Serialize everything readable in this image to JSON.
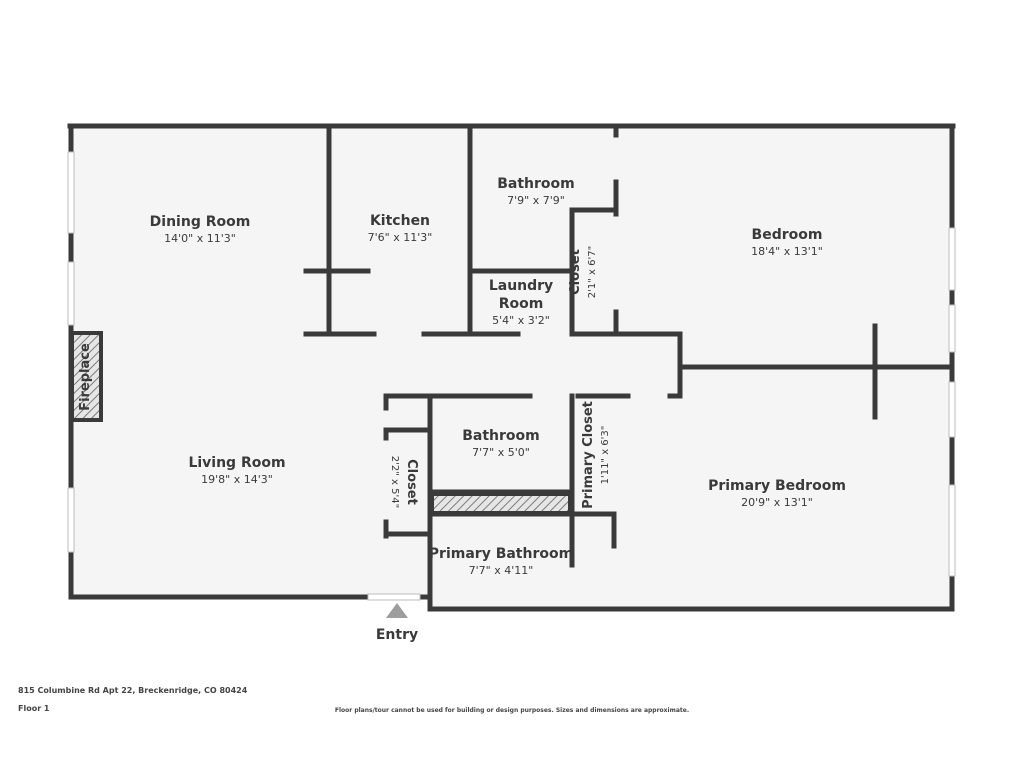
{
  "rooms": {
    "dining_room": {
      "name": "Dining Room",
      "dim": "14'0\" x 11'3\""
    },
    "kitchen": {
      "name": "Kitchen",
      "dim": "7'6\" x 11'3\""
    },
    "bathroom_upper": {
      "name": "Bathroom",
      "dim": "7'9\" x 7'9\""
    },
    "bedroom": {
      "name": "Bedroom",
      "dim": "18'4\" x 13'1\""
    },
    "laundry_room": {
      "name": "Laundry Room",
      "name_line1": "Laundry",
      "name_line2": "Room",
      "dim": "5'4\" x 3'2\""
    },
    "closet_upper": {
      "name": "Closet",
      "dim": "2'1\" x 6'7\""
    },
    "fireplace": {
      "name": "Fireplace"
    },
    "living_room": {
      "name": "Living Room",
      "dim": "19'8\" x 14'3\""
    },
    "closet_lower": {
      "name": "Closet",
      "dim": "2'2\" x 5'4\""
    },
    "bathroom_lower": {
      "name": "Bathroom",
      "dim": "7'7\" x 5'0\""
    },
    "primary_closet": {
      "name": "Primary Closet",
      "dim": "1'11\" x 6'3\""
    },
    "primary_bedroom": {
      "name": "Primary Bedroom",
      "dim": "20'9\" x 13'1\""
    },
    "primary_bathroom": {
      "name": "Primary Bathroom",
      "dim": "7'7\" x 4'11\""
    }
  },
  "entry_label": "Entry",
  "footer": {
    "address": "815 Columbine Rd Apt 22, Breckenridge, CO 80424",
    "floor": "Floor 1",
    "disclaimer": "Floor plans/tour cannot be used for building or design purposes. Sizes and dimensions are approximate."
  },
  "colors": {
    "wall": "#3a3a3a",
    "floor": "#f5f5f5",
    "window": "#cfcfcf"
  }
}
